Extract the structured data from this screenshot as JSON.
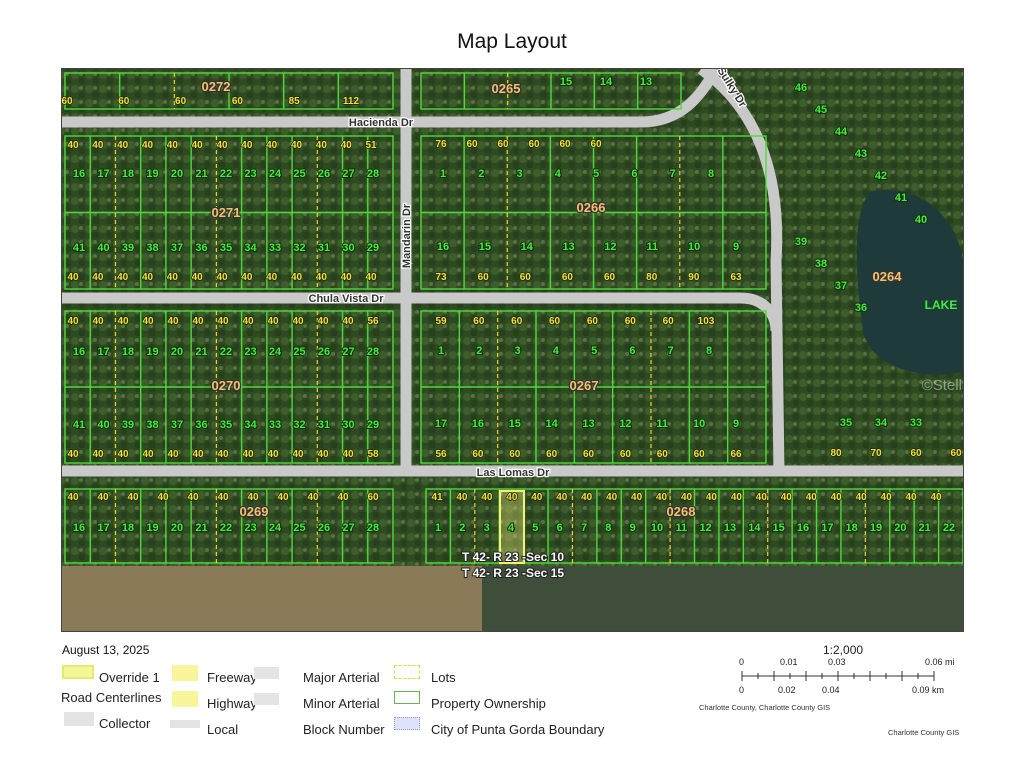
{
  "title": "Map Layout",
  "date": "August 13, 2025",
  "map": {
    "streets": {
      "hacienda": "Hacienda Dr",
      "chula_vista": "Chula Vista Dr",
      "las_lomas": "Las Lomas Dr",
      "mandarin": "Mandarin Dr",
      "sulky": "Sulky Dr"
    },
    "blocks": {
      "b0272": "0272",
      "b0265": "0265",
      "b0271": "0271",
      "b0266": "0266",
      "b0270": "0270",
      "b0267": "0267",
      "b0264": "0264",
      "b0269": "0269",
      "b0268": "0268"
    },
    "lake": "LAKE",
    "section_10": "T 42- R 23 -Sec 10",
    "section_15": "T 42- R 23 -Sec 15",
    "watermark": "©Stellar MLS",
    "lot_rows": [
      {
        "labels": [
          "16",
          "17",
          "18",
          "19",
          "20",
          "21",
          "22",
          "23",
          "24",
          "25",
          "26",
          "27",
          "28"
        ]
      },
      {
        "labels": [
          "41",
          "40",
          "39",
          "38",
          "37",
          "36",
          "35",
          "34",
          "33",
          "32",
          "31",
          "30",
          "29"
        ]
      },
      {
        "labels": [
          "16",
          "17",
          "18",
          "19",
          "20",
          "21",
          "22",
          "23",
          "24",
          "25",
          "26",
          "27",
          "28"
        ]
      },
      {
        "labels": [
          "41",
          "40",
          "39",
          "38",
          "37",
          "36",
          "35",
          "34",
          "33",
          "32",
          "31",
          "30",
          "29"
        ]
      },
      {
        "labels": [
          "16",
          "17",
          "18",
          "19",
          "20",
          "21",
          "22",
          "23",
          "24",
          "25",
          "26",
          "27",
          "28"
        ]
      },
      {
        "labels": [
          "1",
          "2",
          "3",
          "4",
          "5",
          "6",
          "7",
          "8"
        ]
      },
      {
        "labels": [
          "16",
          "15",
          "14",
          "13",
          "12",
          "11",
          "10",
          "9"
        ]
      },
      {
        "labels": [
          "1",
          "2",
          "3",
          "4",
          "5",
          "6",
          "7",
          "8"
        ]
      },
      {
        "labels": [
          "17",
          "16",
          "15",
          "14",
          "13",
          "12",
          "11",
          "10",
          "9"
        ]
      },
      {
        "labels": [
          "1",
          "2",
          "3",
          "4",
          "5",
          "6",
          "7",
          "8",
          "9",
          "10",
          "11",
          "12",
          "13",
          "14",
          "15",
          "16",
          "17",
          "18",
          "19",
          "20",
          "21",
          "22"
        ]
      },
      {
        "labels": [
          "15",
          "14",
          "13"
        ]
      },
      {
        "labels": [
          "46",
          "45",
          "44",
          "43",
          "42",
          "41",
          "40",
          "39",
          "38",
          "37",
          "36",
          "35",
          "34",
          "33"
        ]
      }
    ],
    "frontage_rows": [
      {
        "labels": [
          "60",
          "60",
          "60",
          "60",
          "85",
          "112"
        ]
      },
      {
        "labels": [
          "40",
          "40",
          "40",
          "40",
          "40",
          "40",
          "40",
          "40",
          "40",
          "40",
          "40",
          "40",
          "51"
        ]
      },
      {
        "labels": [
          "40",
          "40",
          "40",
          "40",
          "40",
          "40",
          "40",
          "40",
          "40",
          "40",
          "40",
          "40",
          "40"
        ]
      },
      {
        "labels": [
          "40",
          "40",
          "40",
          "40",
          "40",
          "40",
          "40",
          "40",
          "40",
          "40",
          "40",
          "40",
          "56"
        ]
      },
      {
        "labels": [
          "40",
          "40",
          "40",
          "40",
          "40",
          "40",
          "40",
          "40",
          "40",
          "40",
          "40",
          "40",
          "58"
        ]
      },
      {
        "labels": [
          "40",
          "40",
          "40",
          "40",
          "40",
          "40",
          "40",
          "40",
          "40",
          "40",
          "60"
        ]
      },
      {
        "labels": [
          "76",
          "60",
          "60",
          "60",
          "60",
          "60"
        ]
      },
      {
        "labels": [
          "73",
          "60",
          "60",
          "60",
          "60",
          "80",
          "90",
          "63"
        ]
      },
      {
        "labels": [
          "59",
          "60",
          "60",
          "60",
          "60",
          "60",
          "60",
          "103"
        ]
      },
      {
        "labels": [
          "56",
          "60",
          "60",
          "60",
          "60",
          "60",
          "60",
          "60",
          "66"
        ]
      },
      {
        "labels": [
          "41",
          "40",
          "40",
          "40",
          "40",
          "40",
          "40",
          "40",
          "40",
          "40",
          "40",
          "40",
          "40",
          "40",
          "40",
          "40",
          "40",
          "40",
          "40",
          "40",
          "40"
        ]
      },
      {
        "labels": [
          "80",
          "70",
          "60",
          "60"
        ]
      }
    ]
  },
  "legend": {
    "override": "Override 1",
    "road_centerlines": "Road Centerlines",
    "collector": "Collector",
    "freeway": "Freeway",
    "highway": "Highway",
    "local": "Local",
    "major_arterial": "Major Arterial",
    "minor_arterial": "Minor Arterial",
    "block_number": "Block Number",
    "lots": "Lots",
    "property_ownership": "Property Ownership",
    "city_boundary": "City of Punta Gorda Boundary"
  },
  "scale": {
    "ratio": "1:2,000",
    "mi": [
      "0",
      "0.01",
      "0.03",
      "0.06 mi"
    ],
    "km": [
      "0",
      "0.02",
      "0.04",
      "0.09 km"
    ]
  },
  "credits": {
    "scale_credit": "Charlotte County, Charlotte County GIS",
    "corner_credit": "Charlotte County GIS"
  },
  "colors": {
    "parcel": "#4ddb3a",
    "lot": "#f2d230",
    "road": "#c9c9c9",
    "lot_number": "#3ef03a",
    "frontage": "#f5e23a",
    "block": "#f2c36a"
  }
}
